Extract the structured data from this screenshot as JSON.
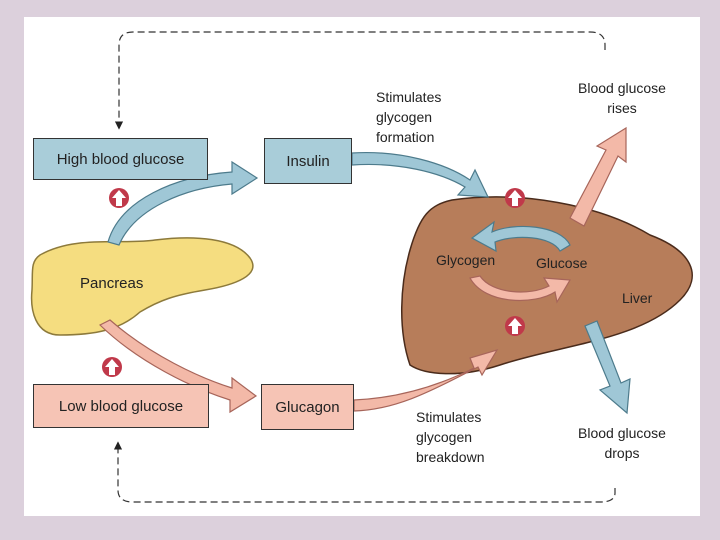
{
  "boxes": {
    "high_blood_glucose": "High blood glucose",
    "insulin": "Insulin",
    "low_blood_glucose": "Low blood glucose",
    "glucagon": "Glucagon"
  },
  "organs": {
    "pancreas": "Pancreas",
    "liver": "Liver"
  },
  "liver_labels": {
    "glycogen": "Glycogen",
    "glucose": "Glucose"
  },
  "notes": {
    "stimulates_formation": [
      "Stimulates",
      "glycogen",
      "formation"
    ],
    "stimulates_breakdown": [
      "Stimulates",
      "glycogen",
      "breakdown"
    ],
    "glucose_rises": [
      "Blood glucose",
      "rises"
    ],
    "glucose_drops": [
      "Blood glucose",
      "drops"
    ]
  },
  "colors": {
    "blue_box": "#a9cdd9",
    "pink_box": "#f6c4b5",
    "liver": "#b77d5a",
    "pancreas": "#f5dd80",
    "marker": "#c0394a"
  }
}
